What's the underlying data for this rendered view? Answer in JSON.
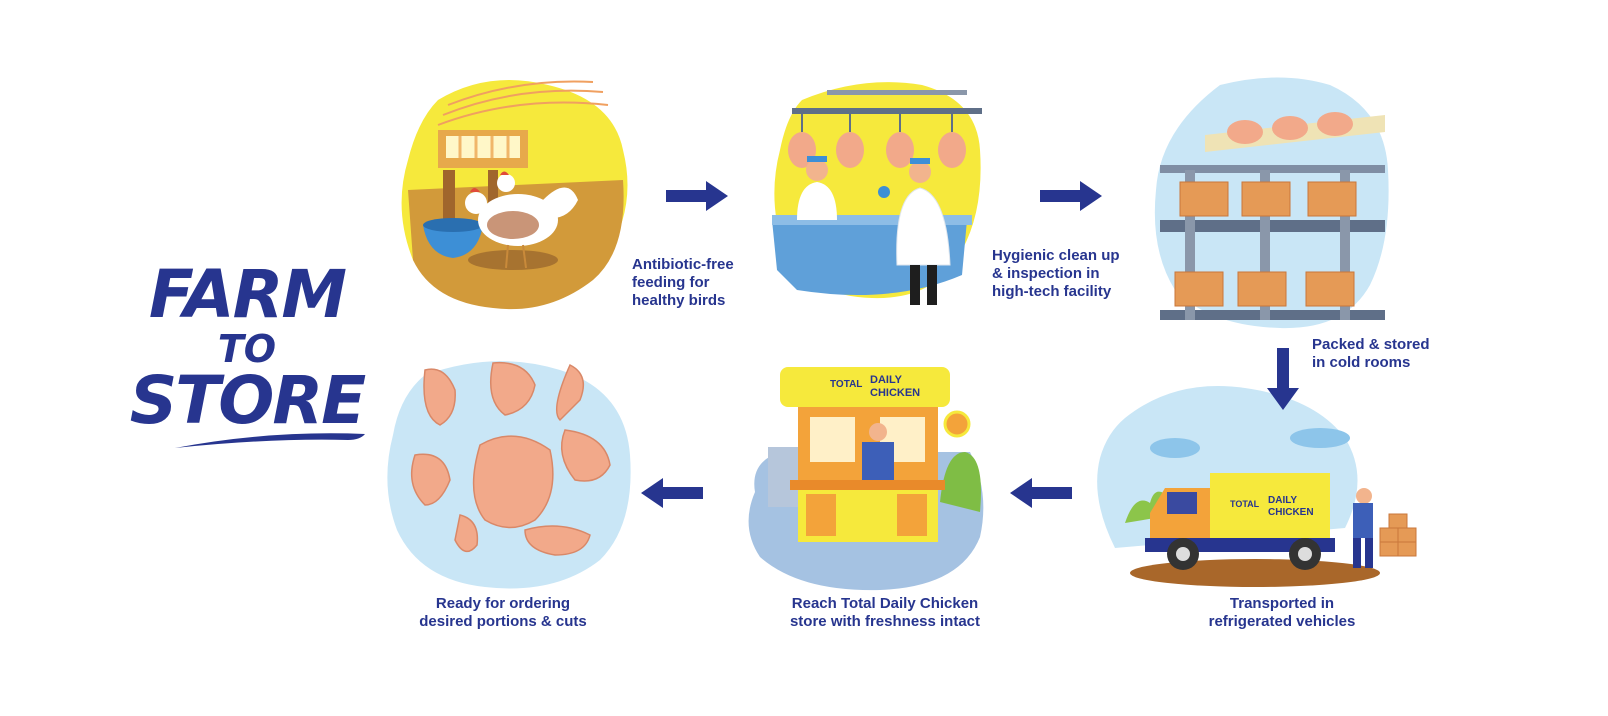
{
  "title": {
    "line1": "FARM",
    "line2": "TO",
    "line3": "STORE"
  },
  "steps": [
    {
      "id": "feeding",
      "caption_lines": [
        "Antibiotic-free",
        "feeding for",
        "healthy birds"
      ]
    },
    {
      "id": "cleanup",
      "caption_lines": [
        "Hygienic clean up",
        "& inspection in",
        "high-tech facility"
      ]
    },
    {
      "id": "storage",
      "caption_lines": [
        "Packed & stored",
        "in cold rooms"
      ]
    },
    {
      "id": "transport",
      "caption_lines": [
        "Transported in",
        "refrigerated vehicles"
      ]
    },
    {
      "id": "store",
      "caption_lines": [
        "Reach Total Daily Chicken",
        "store with freshness intact"
      ]
    },
    {
      "id": "cuts",
      "caption_lines": [
        "Ready for ordering",
        "desired portions & cuts"
      ]
    }
  ],
  "brand": {
    "logo_text": "TOTAL",
    "name_line1": "DAILY",
    "name_line2": "CHICKEN"
  },
  "colors": {
    "navy": "#27358f",
    "yellow": "#f6e93c",
    "orange": "#f3a33a",
    "sky": "#c9e6f6",
    "chicken_pink": "#f2a98a"
  }
}
